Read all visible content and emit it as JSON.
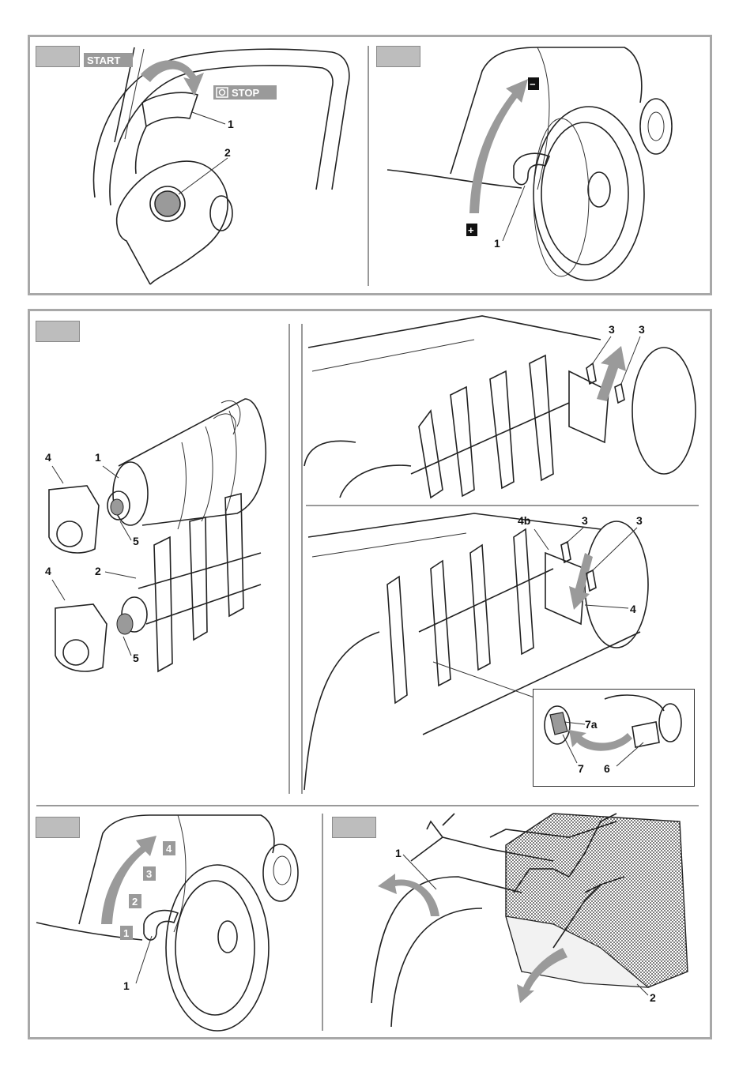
{
  "fig1": {
    "start": "START",
    "stop": "STOP",
    "labels": [
      "1",
      "2"
    ]
  },
  "fig2": {
    "minus": "−",
    "plus": "+",
    "labels": [
      "1"
    ]
  },
  "fig3": {
    "labels": [
      "4",
      "1",
      "5",
      "4",
      "2",
      "5"
    ]
  },
  "fig3b": {
    "labels": [
      "3",
      "3"
    ]
  },
  "fig3c": {
    "labels": [
      "4b",
      "3",
      "3",
      "4"
    ]
  },
  "fig3d": {
    "labels": [
      "7a",
      "7",
      "6"
    ]
  },
  "fig4": {
    "steps": [
      "1",
      "2",
      "3",
      "4"
    ],
    "labels": [
      "1"
    ]
  },
  "fig5": {
    "labels": [
      "1",
      "2"
    ]
  },
  "colors": {
    "frame": "#a8a8a8",
    "tab": "#bdbdbd",
    "arrow": "#9a9a9a",
    "badge": "#9a9a9a",
    "dark": "#111111"
  }
}
